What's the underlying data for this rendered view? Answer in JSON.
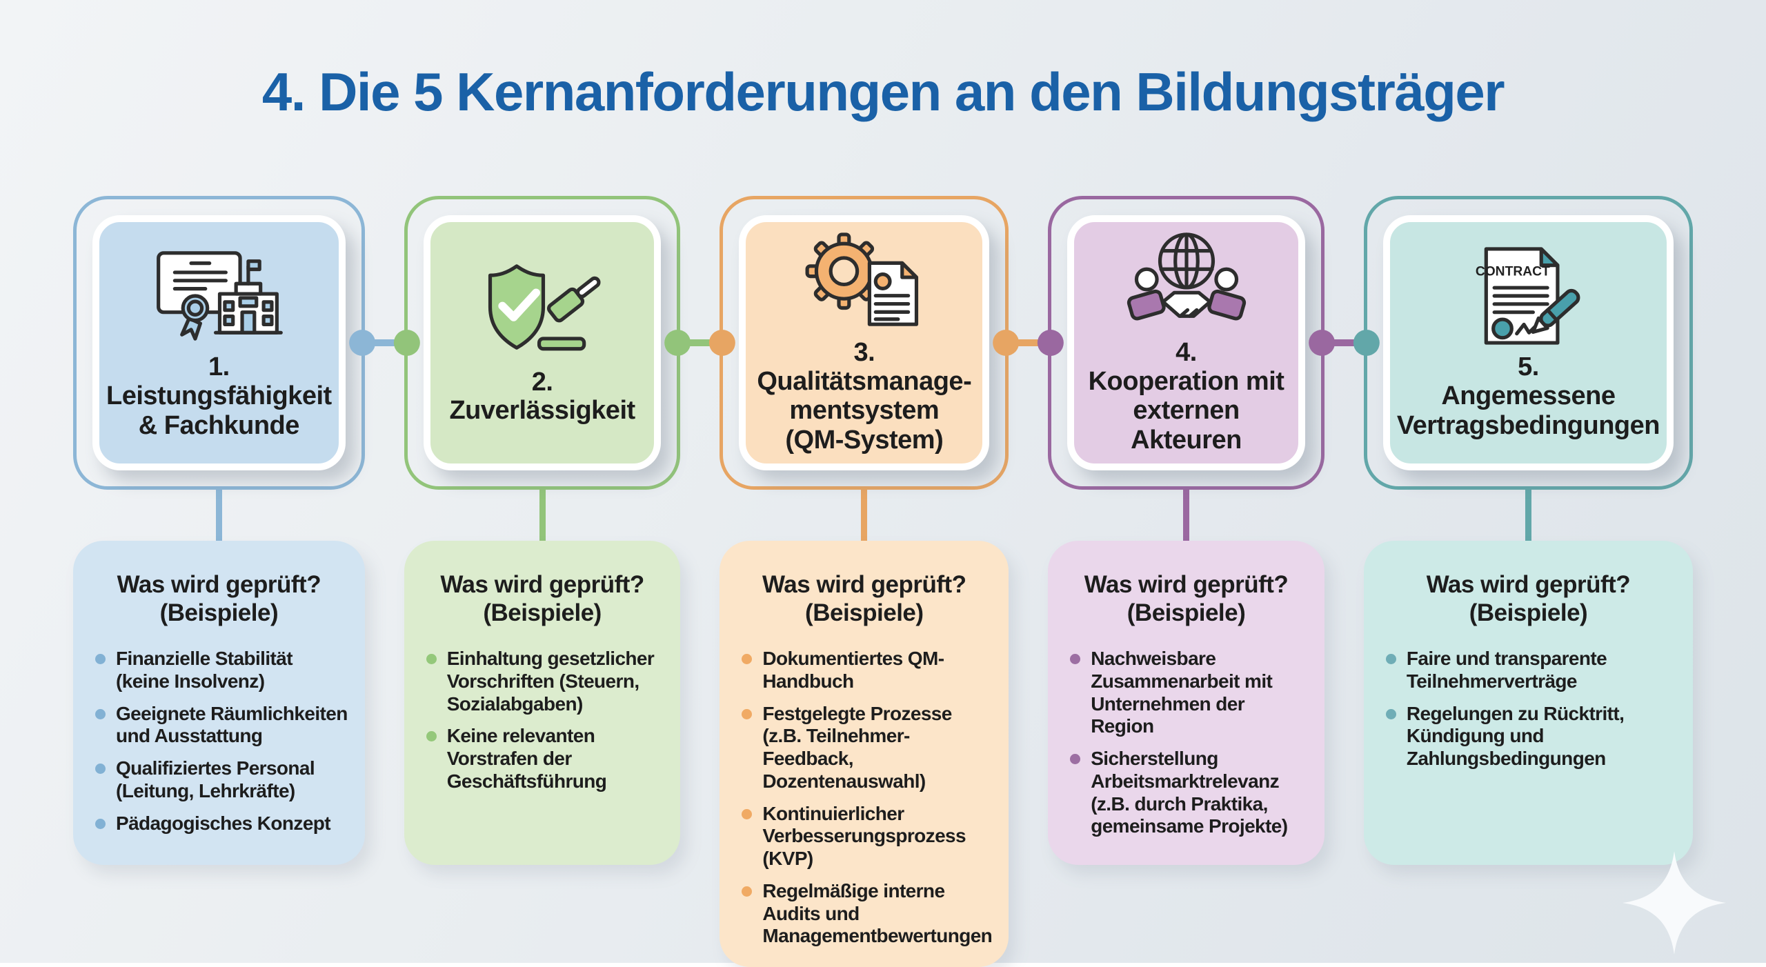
{
  "title": "4. Die 5 Kernanforderungen an den Bildungsträger",
  "title_color": "#1a61a7",
  "background_color": "#e7ebef",
  "sparkle_color": "#fafcfe",
  "columns": [
    {
      "number": "1.",
      "title": "Leistungsfähigkeit\n& Fachkunde",
      "icon": "certificate-building-icon",
      "colors": {
        "accent": "#8cb6d6",
        "card_fill": "#c5dcee",
        "panel_fill": "#d2e4f2",
        "bullet": "#82b1d4",
        "icon_fill": "#aacfe8"
      },
      "panel": {
        "heading": "Was wird geprüft?\n(Beispiele)",
        "bullets": [
          "Finanzielle Stabilität (keine Insolvenz)",
          "Geeignete Räumlichkeiten und Ausstattung",
          "Qualifiziertes Personal (Leitung, Lehrkräfte)",
          "Pädagogisches Konzept"
        ]
      }
    },
    {
      "number": "2.",
      "title": "Zuverlässigkeit",
      "icon": "shield-check-gavel-icon",
      "colors": {
        "accent": "#92c47a",
        "card_fill": "#d5e8c5",
        "panel_fill": "#dcecce",
        "bullet": "#94c87a",
        "icon_fill": "#a6d48d"
      },
      "panel": {
        "heading": "Was wird geprüft?\n(Beispiele)",
        "bullets": [
          "Einhaltung gesetzlicher Vorschriften (Steuern, Sozialabgaben)",
          "Keine relevanten Vorstrafen der Geschäftsführung"
        ]
      }
    },
    {
      "number": "3.",
      "title": "Qualitätsmanage-\nmentsystem\n(QM-System)",
      "icon": "gear-document-icon",
      "colors": {
        "accent": "#e7a563",
        "card_fill": "#fbdfbf",
        "panel_fill": "#fce5c9",
        "bullet": "#f0aa64",
        "icon_fill": "#f4b271"
      },
      "panel": {
        "heading": "Was wird geprüft?\n(Beispiele)",
        "bullets": [
          "Dokumentiertes QM-Handbuch",
          "Festgelegte Prozesse (z.B. Teilnehmer-Feedback, Dozentenauswahl)",
          "Kontinuierlicher Verbesserungsprozess (KVP)",
          "Regelmäßige interne Audits und Managementbewertungen"
        ]
      }
    },
    {
      "number": "4.",
      "title": "Kooperation mit\nexternen Akteuren",
      "icon": "globe-handshake-icon",
      "colors": {
        "accent": "#9a68a0",
        "card_fill": "#e3cce4",
        "panel_fill": "#ead7eb",
        "bullet": "#9c6ea2",
        "icon_fill": "#a978ae"
      },
      "panel": {
        "heading": "Was wird geprüft?\n(Beispiele)",
        "bullets": [
          "Nachweisbare Zusammenarbeit mit Unternehmen der Region",
          "Sicherstellung Arbeitsmarktrelevanz (z.B. durch Praktika, gemeinsame Projekte)"
        ]
      }
    },
    {
      "number": "5.",
      "title": "Angemessene\nVertragsbedingungen",
      "icon": "contract-pen-icon",
      "icon_label": "CONTRACT",
      "colors": {
        "accent": "#62a7a9",
        "card_fill": "#c7e6e3",
        "panel_fill": "#cdeae7",
        "bullet": "#6fadb6",
        "icon_fill": "#49a0ab"
      },
      "panel": {
        "heading": "Was wird geprüft?\n(Beispiele)",
        "bullets": [
          "Faire und transparente Teilnehmerverträge",
          "Regelungen zu Rücktritt, Kündigung und Zahlungsbedingungen"
        ]
      }
    }
  ]
}
